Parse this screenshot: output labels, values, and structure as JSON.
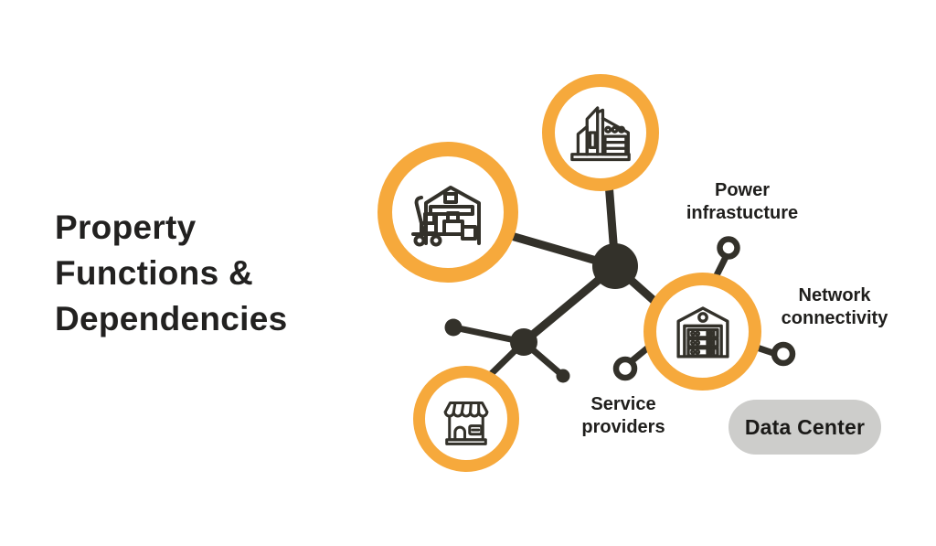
{
  "title": {
    "lines": [
      "Property",
      "Functions &",
      "Dependencies"
    ]
  },
  "colors": {
    "accent_orange": "#F6A93C",
    "ink": "#33312A",
    "title_text": "#222120",
    "label_text": "#1F1E1C",
    "badge_bg": "#CDCDCB",
    "background": "#FFFFFF"
  },
  "nodes": {
    "building": {
      "icon": "building-icon"
    },
    "warehouse": {
      "icon": "warehouse-icon"
    },
    "data_center": {
      "icon": "server-rack-icon"
    },
    "store": {
      "icon": "storefront-icon"
    }
  },
  "labels": {
    "power": {
      "line1": "Power",
      "line2": "infrastucture"
    },
    "network": {
      "line1": "Network",
      "line2": "connectivity"
    },
    "service": {
      "line1": "Service",
      "line2": "providers"
    }
  },
  "badge": {
    "label": "Data Center"
  }
}
